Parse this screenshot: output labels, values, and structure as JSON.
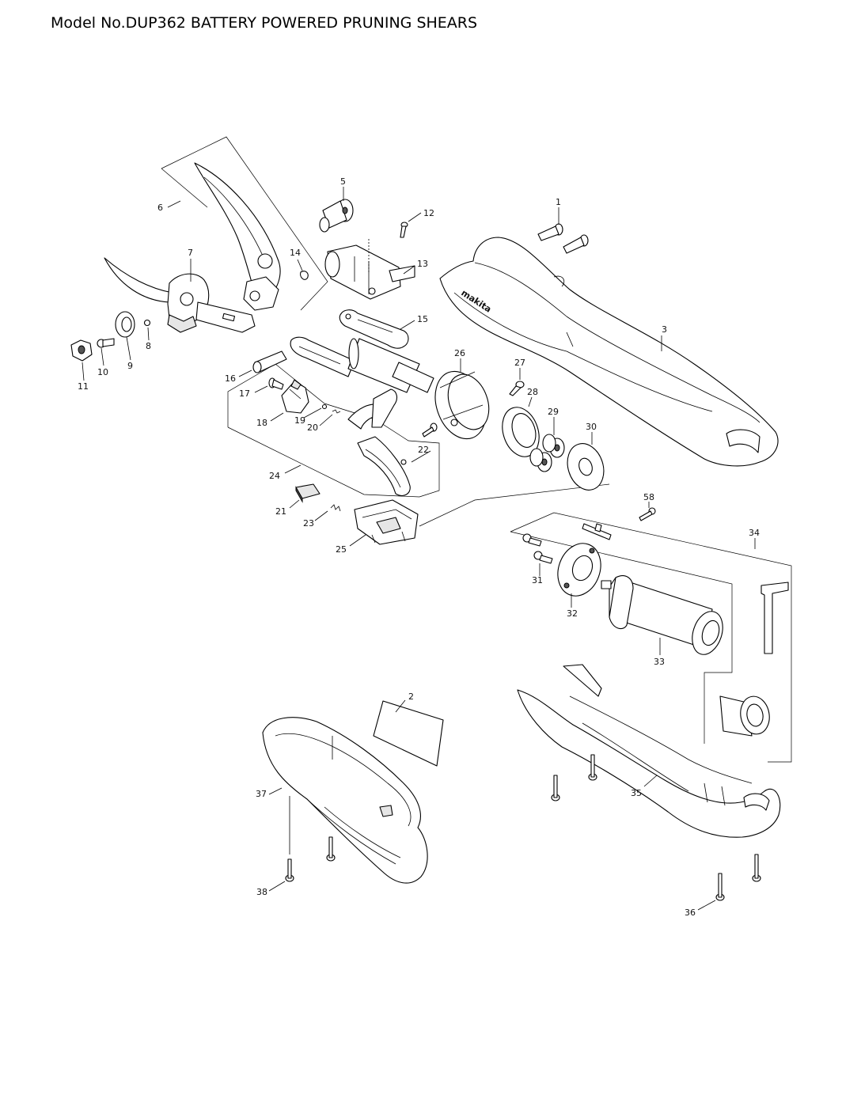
{
  "page": {
    "title": "Model No.DUP362 BATTERY POWERED PRUNING SHEARS"
  },
  "diagram": {
    "parts": [
      {
        "id": "p1",
        "ref": "1"
      },
      {
        "id": "p2",
        "ref": "2"
      },
      {
        "id": "p3",
        "ref": "3"
      },
      {
        "id": "p5",
        "ref": "5"
      },
      {
        "id": "p6",
        "ref": "6"
      },
      {
        "id": "p7",
        "ref": "7"
      },
      {
        "id": "p8",
        "ref": "8"
      },
      {
        "id": "p9",
        "ref": "9"
      },
      {
        "id": "p10",
        "ref": "10"
      },
      {
        "id": "p11",
        "ref": "11"
      },
      {
        "id": "p12",
        "ref": "12"
      },
      {
        "id": "p13",
        "ref": "13"
      },
      {
        "id": "p14",
        "ref": "14"
      },
      {
        "id": "p15",
        "ref": "15"
      },
      {
        "id": "p16",
        "ref": "16"
      },
      {
        "id": "p17",
        "ref": "17"
      },
      {
        "id": "p18",
        "ref": "18"
      },
      {
        "id": "p19",
        "ref": "19"
      },
      {
        "id": "p20",
        "ref": "20"
      },
      {
        "id": "p21",
        "ref": "21"
      },
      {
        "id": "p22",
        "ref": "22"
      },
      {
        "id": "p23",
        "ref": "23"
      },
      {
        "id": "p24",
        "ref": "24"
      },
      {
        "id": "p25",
        "ref": "25"
      },
      {
        "id": "p26",
        "ref": "26"
      },
      {
        "id": "p27",
        "ref": "27"
      },
      {
        "id": "p28",
        "ref": "28"
      },
      {
        "id": "p29",
        "ref": "29"
      },
      {
        "id": "p30",
        "ref": "30"
      },
      {
        "id": "p31",
        "ref": "31"
      },
      {
        "id": "p32",
        "ref": "32"
      },
      {
        "id": "p33",
        "ref": "33"
      },
      {
        "id": "p34",
        "ref": "34"
      },
      {
        "id": "p35",
        "ref": "35"
      },
      {
        "id": "p36",
        "ref": "36"
      },
      {
        "id": "p37",
        "ref": "37"
      },
      {
        "id": "p38",
        "ref": "38"
      },
      {
        "id": "p58",
        "ref": "58"
      }
    ],
    "brand_mark": "makita"
  }
}
